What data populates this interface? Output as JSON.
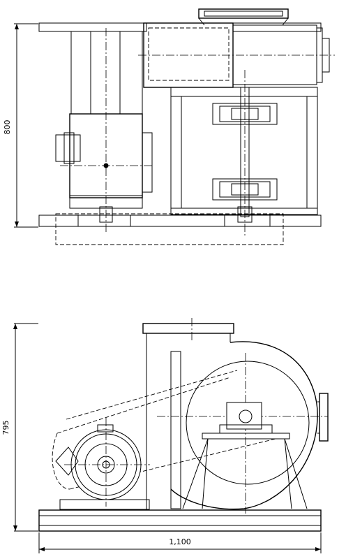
{
  "dimensions": {
    "top_view_height": "800",
    "front_view_height": "795",
    "front_view_width": "1,100"
  }
}
